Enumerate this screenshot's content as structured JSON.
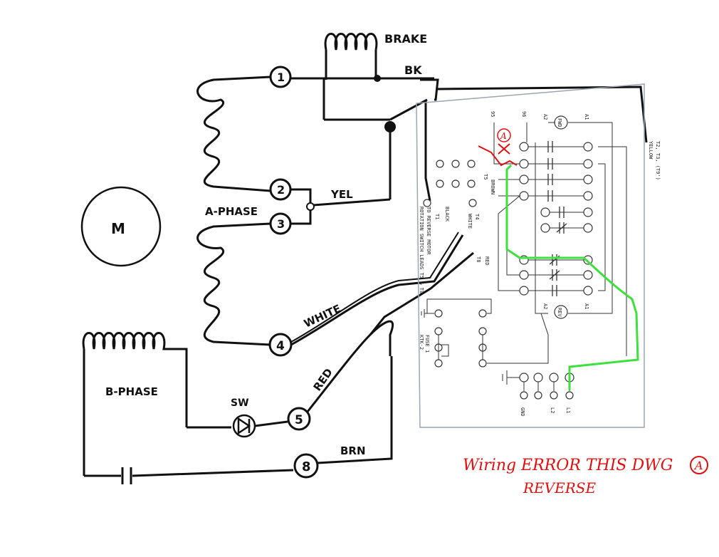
{
  "labels": {
    "brake": "BRAKE",
    "bk": "BK",
    "yel": "YEL",
    "a_phase": "A-PHASE",
    "b_phase": "B-PHASE",
    "m": "M",
    "white": "WHITE",
    "red": "RED",
    "brn": "BRN",
    "sw": "SW"
  },
  "terminals": [
    "1",
    "2",
    "3",
    "4",
    "5",
    "8"
  ],
  "note": {
    "line1": "Wiring ERROR THIS DWG",
    "marker": "A",
    "line2": "REVERSE"
  },
  "panel": {
    "tags": [
      "T1",
      "T4",
      "T8",
      "T5",
      "96",
      "95",
      "A1",
      "A2",
      "A1",
      "A2"
    ],
    "side_labels": [
      "T2, T3, (T9')",
      "YELLOW",
      "TO REVERSE MOTOR",
      "ROTATION SWITCH LEADS T5 & T8",
      "BLACK",
      "WHITE",
      "BROWN",
      "RED",
      "FUSE 1",
      "KTK-2",
      "GND",
      "L2",
      "L1",
      "FWD",
      "REV"
    ]
  },
  "colors": {
    "ink": "#111111",
    "note": "#e01010",
    "highlight": "#3ee03e",
    "panel": "#7a8a9a"
  }
}
